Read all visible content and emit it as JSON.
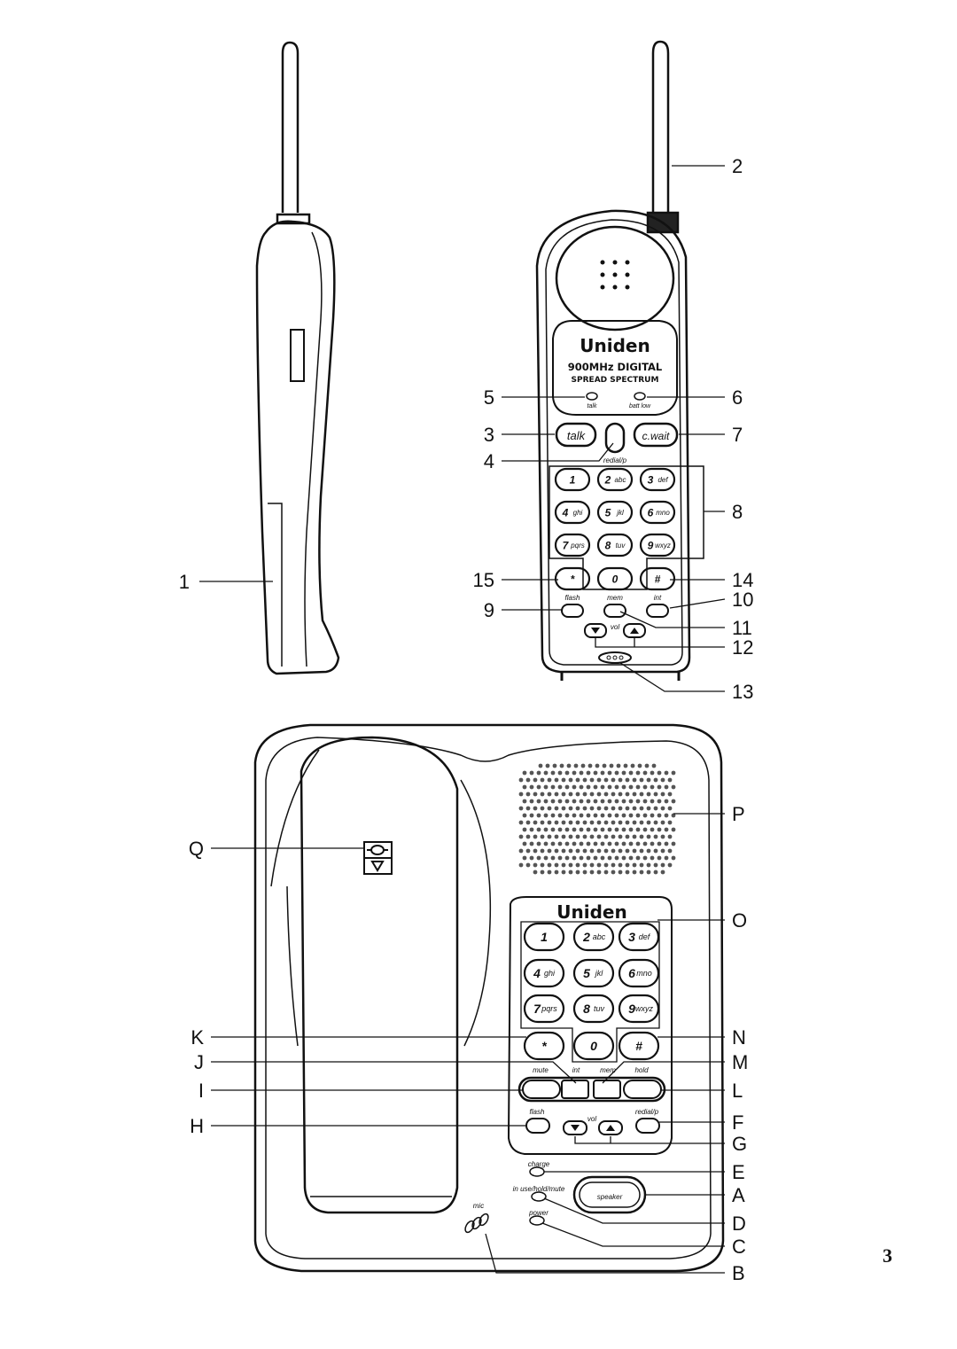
{
  "page_number": "3",
  "handset": {
    "brand": "Uniden",
    "line1": "900MHz DIGITAL",
    "line2": "SPREAD SPECTRUM",
    "led_talk": "talk",
    "led_batt": "batt low",
    "talk_key": "talk",
    "cwait_key": "c.wait",
    "redial_label": "redial/p",
    "keys": [
      {
        "d": "1",
        "l": ""
      },
      {
        "d": "2",
        "l": "abc"
      },
      {
        "d": "3",
        "l": "def"
      },
      {
        "d": "4",
        "l": "ghi"
      },
      {
        "d": "5",
        "l": "jkl"
      },
      {
        "d": "6",
        "l": "mno"
      },
      {
        "d": "7",
        "l": "pqrs"
      },
      {
        "d": "8",
        "l": "tuv"
      },
      {
        "d": "9",
        "l": "wxyz"
      },
      {
        "d": "*",
        "l": ""
      },
      {
        "d": "0",
        "l": ""
      },
      {
        "d": "#",
        "l": ""
      }
    ],
    "flash": "flash",
    "mem": "mem",
    "int": "int",
    "vol": "vol"
  },
  "base": {
    "brand": "Uniden",
    "mute": "mute",
    "int": "int",
    "mem": "mem",
    "hold": "hold",
    "flash": "flash",
    "vol": "vol",
    "redial": "redial/p",
    "charge": "charge",
    "in_use": "in use/hold/mute",
    "power": "power",
    "mic": "mic",
    "speaker": "speaker"
  },
  "callouts": {
    "c1": "1",
    "c2": "2",
    "c3": "3",
    "c4": "4",
    "c5": "5",
    "c6": "6",
    "c7": "7",
    "c8": "8",
    "c9": "9",
    "c10": "10",
    "c11": "11",
    "c12": "12",
    "c13": "13",
    "c14": "14",
    "c15": "15",
    "P": "P",
    "Q": "Q",
    "O": "O",
    "K": "K",
    "N": "N",
    "J": "J",
    "M": "M",
    "I": "I",
    "L": "L",
    "H": "H",
    "F": "F",
    "G": "G",
    "E": "E",
    "A": "A",
    "D": "D",
    "C": "C",
    "B": "B"
  }
}
